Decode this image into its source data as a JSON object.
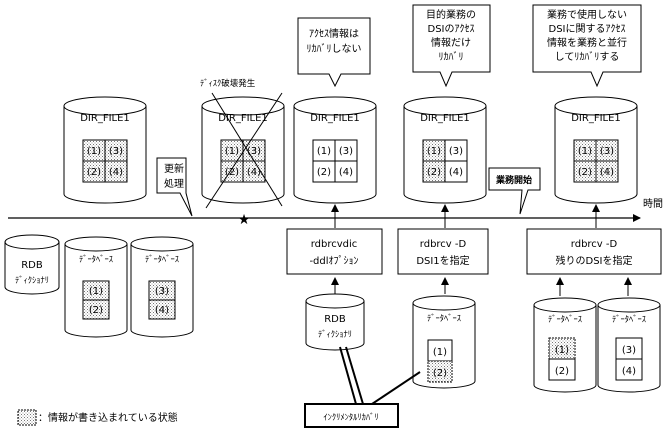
{
  "callouts": [
    {
      "id": "c1",
      "lines": [
        "ｱｸｾｽ情報は",
        "ﾘｶﾊﾞﾘしない"
      ]
    },
    {
      "id": "c2",
      "lines": [
        "目的業務の",
        "DSIのｱｸｾｽ",
        "情報だけ",
        "ﾘｶﾊﾞﾘ"
      ]
    },
    {
      "id": "c3",
      "lines": [
        "業務で使用しない",
        "DSIに関するｱｸｾｽ",
        "情報を業務と並行",
        "してﾘｶﾊﾞﾘする"
      ]
    }
  ],
  "dir_file_label": "DIR_FILE1",
  "cells": [
    "(1)",
    "(3)",
    "(2)",
    "(4)"
  ],
  "disk_failure": "ﾃﾞｨｽｸ破壊発生",
  "update_lines": [
    "更新",
    "処理"
  ],
  "business_start": "業務開始",
  "time_label": "時間",
  "commands": [
    {
      "id": "cmd1",
      "lines": [
        "rdbrcvdic",
        "-ddlｵﾌﾟｼｮﾝ"
      ]
    },
    {
      "id": "cmd2",
      "lines": [
        "rdbrcv -D",
        "DSI1を指定"
      ]
    },
    {
      "id": "cmd3",
      "lines": [
        "rdbrcv -D",
        "残りのDSIを指定"
      ]
    }
  ],
  "rdb_dictionary_lines": [
    "RDB",
    "ﾃﾞｨｸｼｮﾅﾘ"
  ],
  "database_label": "ﾃﾞｰﾀﾍﾞｰｽ",
  "db_cells_a": [
    "(1)",
    "(2)"
  ],
  "db_cells_b": [
    "(3)",
    "(4)"
  ],
  "incremental_recovery": "ｲﾝｸﾘﾒﾝﾀﾙﾘｶﾊﾞﾘ",
  "legend_text": "：情報が書き込まれている状態"
}
